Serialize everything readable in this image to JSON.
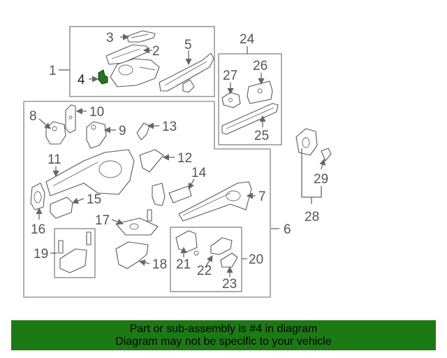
{
  "colors": {
    "banner_background": "#1c7a12",
    "highlight_part": "#1c7a12",
    "line": "#666666"
  },
  "callouts": {
    "c1": "1",
    "c2": "2",
    "c3": "3",
    "c4": "4",
    "c5": "5",
    "c6": "6",
    "c7": "7",
    "c8": "8",
    "c9": "9",
    "c10": "10",
    "c11": "11",
    "c12": "12",
    "c13": "13",
    "c14": "14",
    "c15": "15",
    "c16": "16",
    "c17": "17",
    "c18": "18",
    "c19": "19",
    "c20": "20",
    "c21": "21",
    "c22": "22",
    "c23": "23",
    "c24": "24",
    "c25": "25",
    "c26": "26",
    "c27": "27",
    "c28": "28",
    "c29": "29"
  },
  "highlighted_part": "4",
  "banner": {
    "line1": "Part or sub-assembly is #4 in diagram",
    "line2": "Diagram may not be specific to your vehicle"
  }
}
